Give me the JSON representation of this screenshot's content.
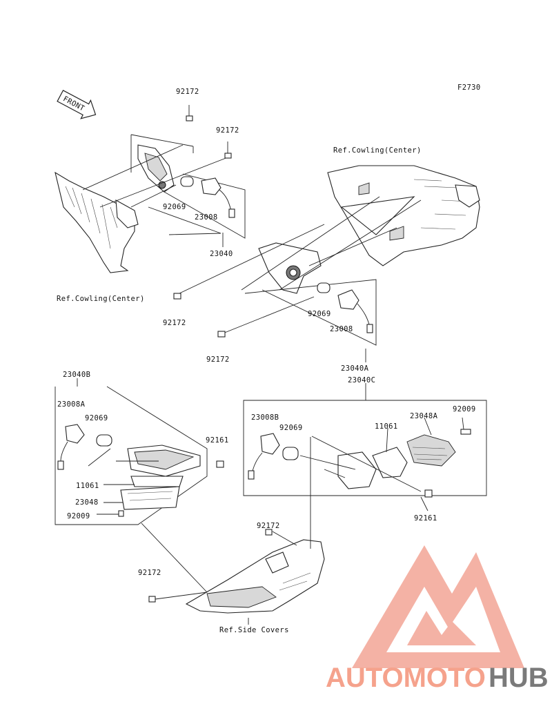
{
  "figure_code": "F2730",
  "front_arrow_label": "FRONT",
  "labels": {
    "l_92172_a": "92172",
    "l_92172_b": "92172",
    "l_92069_a": "92069",
    "l_23008_a": "23008",
    "l_23040": "23040",
    "l_ref_cowling_left": "Ref.Cowling(Center)",
    "l_ref_cowling_right": "Ref.Cowling(Center)",
    "l_92172_c": "92172",
    "l_92069_b": "92069",
    "l_23008_b": "23008",
    "l_92172_d": "92172",
    "l_23040A": "23040A",
    "l_23040B": "23040B",
    "l_23040C": "23040C",
    "l_23008A": "23008A",
    "l_92069_c": "92069",
    "l_92161_a": "92161",
    "l_11061_a": "11061",
    "l_23048": "23048",
    "l_92009_a": "92009",
    "l_23008B": "23008B",
    "l_92069_d": "92069",
    "l_11061_b": "11061",
    "l_23048A": "23048A",
    "l_92009_b": "92009",
    "l_92161_b": "92161",
    "l_92172_e": "92172",
    "l_92172_f": "92172",
    "l_ref_side_covers": "Ref.Side Covers"
  },
  "watermark": {
    "part1": "AUTOMOTO",
    "part2": "HUB",
    "color_primary": "#f5a28c",
    "color_secondary": "#7a7a7a",
    "logo_color": "#f08878"
  }
}
